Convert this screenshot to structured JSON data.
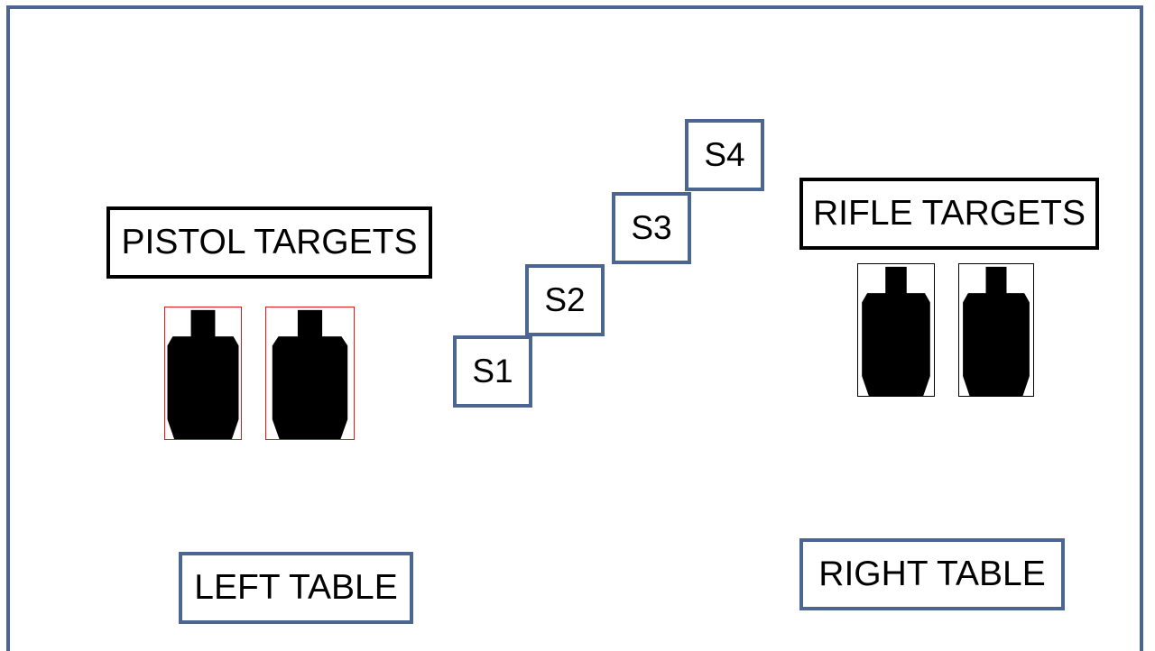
{
  "labels": {
    "pistol_targets": "PISTOL TARGETS",
    "rifle_targets": "RIFLE TARGETS",
    "left_table": "LEFT TABLE",
    "right_table": "RIGHT TABLE"
  },
  "steps": [
    "S1",
    "S2",
    "S3",
    "S4"
  ],
  "colors": {
    "border_blue": "#4a6691",
    "pistol_frame_red": "#e3191c",
    "target_fill": "#000000",
    "label_border_black": "#000000"
  },
  "icons": {
    "target": "silhouette-target-icon"
  }
}
